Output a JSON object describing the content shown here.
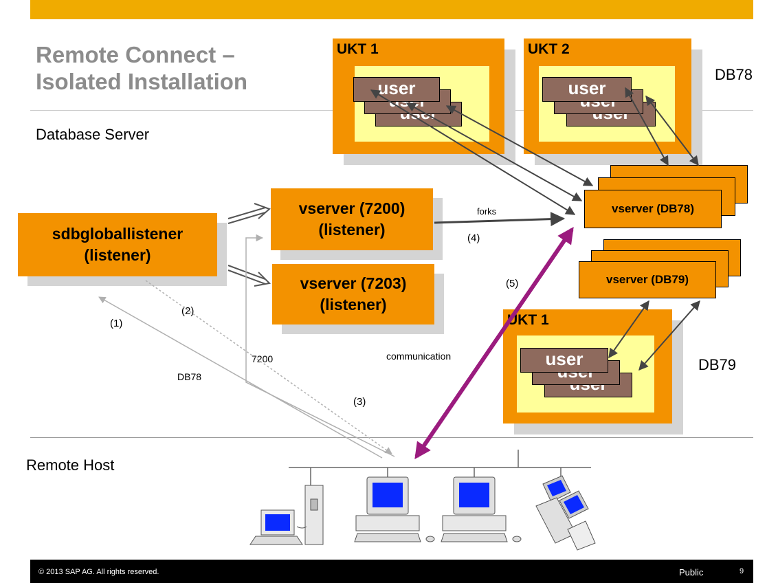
{
  "title": {
    "line1": "Remote Connect –",
    "line2": "Isolated Installation"
  },
  "sections": {
    "server": "Database Server",
    "remote": "Remote Host"
  },
  "db_labels": {
    "db78": "DB78",
    "db79": "DB79"
  },
  "ukt": {
    "ukt1": "UKT 1",
    "ukt2": "UKT 2",
    "ukt1_db79": "UKT 1"
  },
  "user_label": "user",
  "listener": {
    "line1": "sdbgloballistener",
    "line2": "(listener)"
  },
  "vserver7200": {
    "line1": "vserver (7200)",
    "line2": "(listener)"
  },
  "vserver7203": {
    "line1": "vserver (7203)",
    "line2": "(listener)"
  },
  "vserver_db78": "vserver (DB78)",
  "vserver_db79": "vserver (DB79)",
  "edge_labels": {
    "forks": "forks",
    "step1": "(1)",
    "step2": "(2)",
    "step3": "(3)",
    "step4": "(4)",
    "step5": "(5)",
    "port": "7200",
    "db": "DB78",
    "communication": "communication"
  },
  "footer": {
    "copyright": "© 2013 SAP AG. All rights reserved.",
    "classification": "Public",
    "page": "9"
  },
  "colors": {
    "brand": "#f0ab00",
    "box": "#f39200",
    "inner": "#ffff99",
    "user": "#8e6a5d",
    "comm_arrow": "#9b1b7e"
  }
}
